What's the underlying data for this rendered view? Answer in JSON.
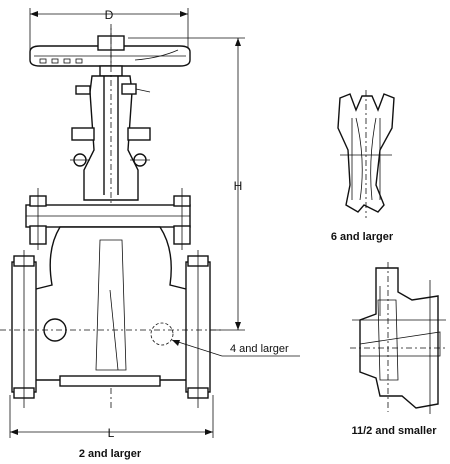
{
  "labels": {
    "dim_d": "D",
    "dim_h": "H",
    "dim_l": "L",
    "caption_main": "2 and larger",
    "caption_top_detail": "6 and larger",
    "caption_bottom_detail": "11/2 and smaller",
    "callout_port": "4 and larger"
  }
}
